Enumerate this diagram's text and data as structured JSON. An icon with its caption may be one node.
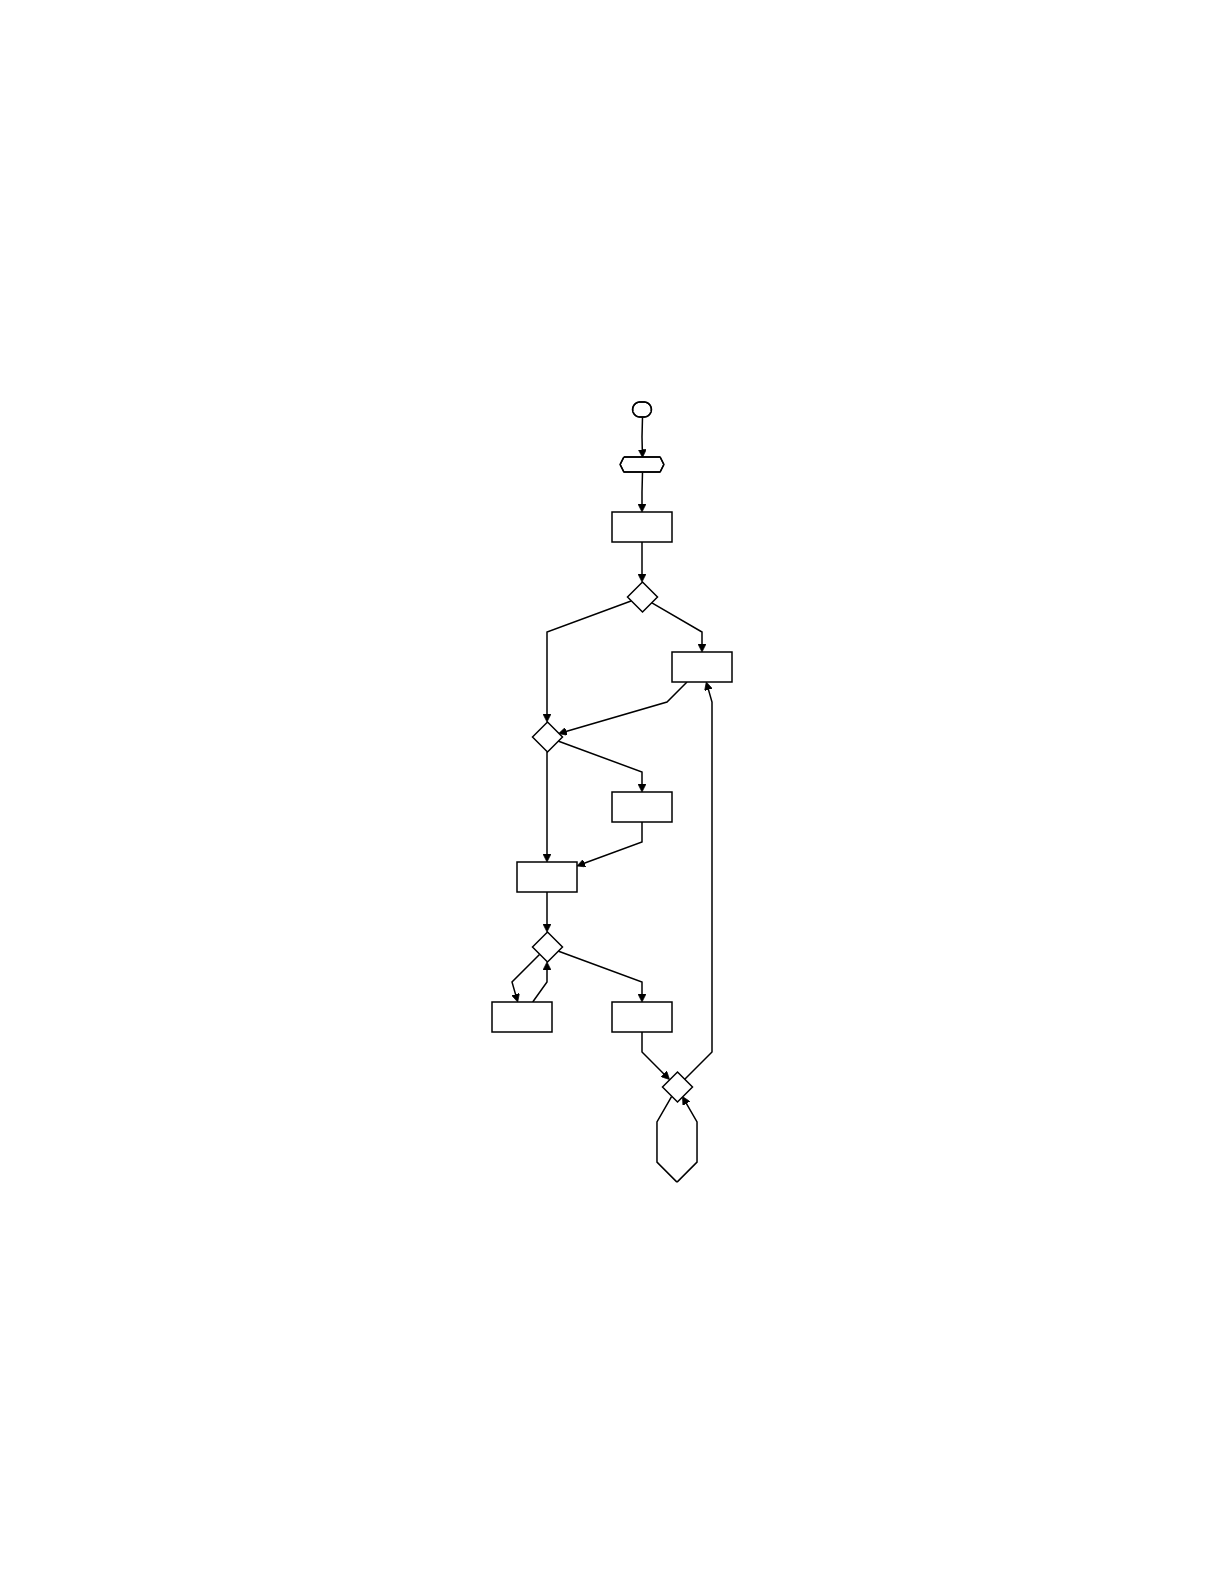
{
  "diagram": {
    "nodes": [
      {
        "text": [],
        "shape": "stadium"
      },
      {
        "text": [],
        "shape": "hexagon"
      },
      {
        "text": [],
        "shape": "box"
      },
      {
        "text": [],
        "shape": "diamond"
      },
      {
        "text": [],
        "shape": "box"
      },
      {
        "text": [],
        "shape": "diamond"
      },
      {
        "text": [],
        "shape": "box"
      },
      {
        "text": [],
        "shape": "box"
      },
      {
        "text": [],
        "shape": "diamond"
      },
      {
        "text": [],
        "shape": "box"
      },
      {
        "text": [],
        "shape": "box"
      },
      {
        "text": [],
        "shape": "diamond"
      }
    ],
    "edges": [
      {
        "from": 0,
        "to": 1,
        "arrow": "to"
      },
      {
        "from": 1,
        "to": 2,
        "arrow": "to"
      },
      {
        "from": 2,
        "to": 3,
        "arrow": "to"
      },
      {
        "from": 3,
        "to": 4,
        "arrow": "to"
      },
      {
        "from": 3,
        "to": 5,
        "arrow": "to"
      },
      {
        "from": 4,
        "to": 5,
        "arrow": "to"
      },
      {
        "from": 5,
        "to": 6,
        "arrow": "to"
      },
      {
        "from": 5,
        "to": 7,
        "arrow": "to"
      },
      {
        "from": 6,
        "to": 7,
        "arrow": "to"
      },
      {
        "from": 7,
        "to": 8,
        "arrow": "to"
      },
      {
        "from": 8,
        "to": 9,
        "arrow": "to"
      },
      {
        "from": 9,
        "to": 8,
        "arrow": "to"
      },
      {
        "from": 8,
        "to": 10,
        "arrow": "to"
      },
      {
        "from": 10,
        "to": 11,
        "arrow": "to"
      },
      {
        "from": 11,
        "to": 11,
        "arrow": "to"
      },
      {
        "from": 11,
        "to": 4,
        "arrow": "to"
      }
    ]
  }
}
